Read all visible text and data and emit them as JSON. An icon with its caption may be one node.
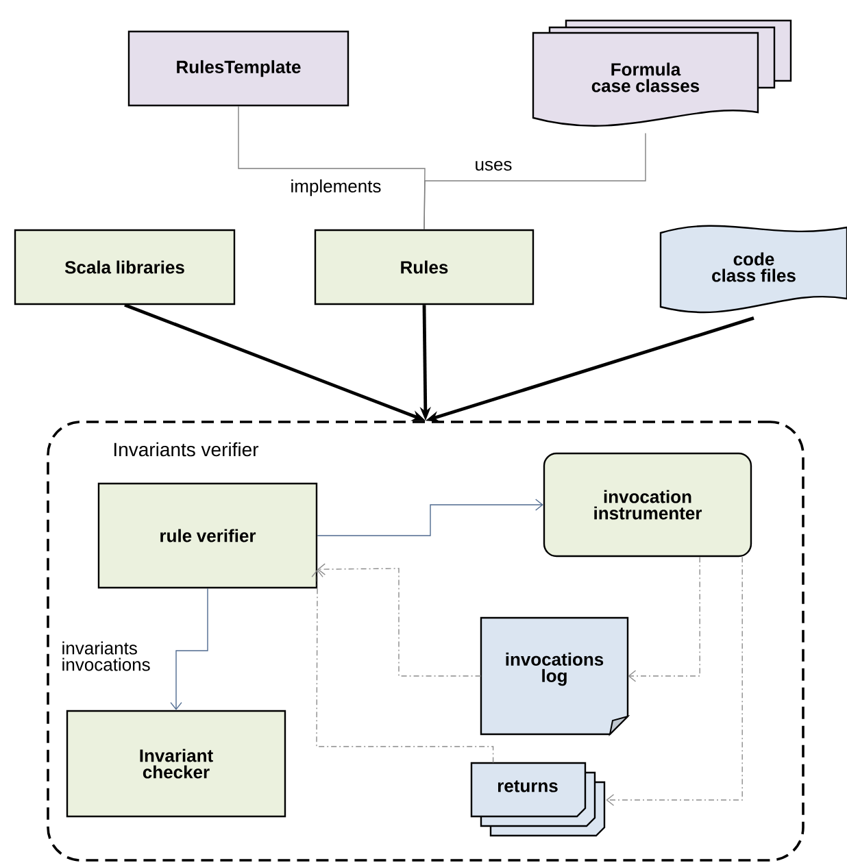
{
  "diagram": {
    "nodes": [
      {
        "text": [
          "RulesTemplate"
        ]
      },
      {
        "text": [
          "Formula case classes"
        ]
      },
      {
        "text": [
          "Scala libraries"
        ]
      },
      {
        "text": [
          "Rules"
        ]
      },
      {
        "text": [
          "code class files"
        ]
      },
      {
        "text": [
          "Invariants verifier"
        ]
      },
      {
        "text": [
          "rule verifier"
        ],
        "in": 5
      },
      {
        "text": [
          "invocation instrumenter"
        ],
        "in": 5
      },
      {
        "text": [
          "invocations log"
        ],
        "in": 5
      },
      {
        "text": [
          "Invariant checker"
        ],
        "in": 5
      },
      {
        "text": [
          "returns"
        ],
        "in": 5
      }
    ],
    "edges": [
      {
        "from": 0,
        "to": 3,
        "arrow": "none",
        "label": "implements",
        "color": "#7f7f7f"
      },
      {
        "from": 1,
        "to": 3,
        "arrow": "none",
        "label": "uses",
        "color": "#7f7f7f"
      },
      {
        "from": 2,
        "to": 5,
        "arrow": "to",
        "style": "thick",
        "color": "#000000"
      },
      {
        "from": 3,
        "to": 5,
        "arrow": "to",
        "style": "thick",
        "color": "#000000"
      },
      {
        "from": 4,
        "to": 5,
        "arrow": "to",
        "style": "thick",
        "color": "#000000"
      },
      {
        "from": 6,
        "to": 7,
        "arrow": "to",
        "color": "#4f6a8f"
      },
      {
        "from": 6,
        "to": 9,
        "arrow": "to",
        "label": "invariants invocations",
        "color": "#4f6a8f"
      },
      {
        "from": 7,
        "to": 8,
        "arrow": "to",
        "style": "dashed",
        "color": "#8c8c8c"
      },
      {
        "from": 7,
        "to": 10,
        "arrow": "to",
        "style": "dashed",
        "color": "#8c8c8c"
      },
      {
        "from": 8,
        "to": 6,
        "arrow": "to",
        "style": "dashed",
        "color": "#8c8c8c"
      },
      {
        "from": 10,
        "to": 6,
        "arrow": "to",
        "style": "dashed",
        "color": "#8c8c8c"
      }
    ]
  }
}
